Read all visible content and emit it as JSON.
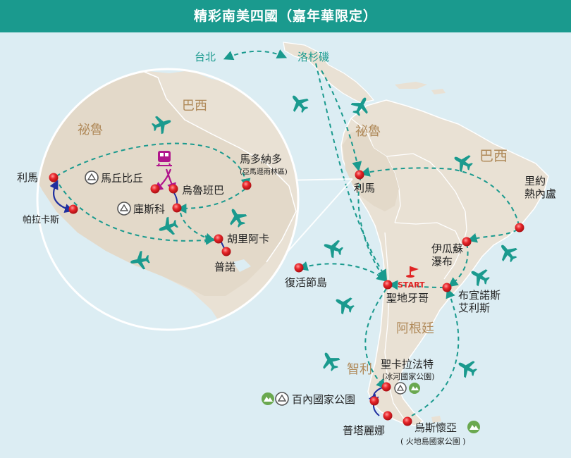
{
  "title": "精彩南美四國（嘉年華限定）",
  "colors": {
    "sea": "#dcedf3",
    "land": "#e9e1d4",
    "land_peru": "#e3d9c9",
    "route": "#1a9a8e",
    "country_label": "#b08a5a",
    "accent_red": "#e02424",
    "header": "#1a9a8e",
    "plane": "#1a9a8e",
    "blue_arrow": "#2030a0",
    "train": "#b0148c"
  },
  "main_map": {
    "countries": {
      "peru": "祕魯",
      "brazil": "巴西",
      "argentina": "阿根廷",
      "chile": "智利"
    },
    "places": {
      "taipei": "台北",
      "la": "洛杉磯",
      "lima": "利馬",
      "rio": "里約\n熱內盧",
      "iguazu": "伊瓜蘇\n瀑布",
      "buenos_aires": "布宜諾斯\n艾利斯",
      "santiago": "聖地牙哥",
      "easter_island": "復活節島",
      "el_calafate": "聖卡拉法特",
      "el_calafate_note": "(冰河國家公園)",
      "torres_del_paine": "百內國家公園",
      "punta_arenas": "普塔麗娜",
      "ushuaia": "烏斯懷亞",
      "ushuaia_note": "( 火地島國家公園 )"
    },
    "start_label": "START"
  },
  "inset_map": {
    "countries": {
      "peru": "祕魯",
      "brazil": "巴西"
    },
    "places": {
      "lima": "利馬",
      "paracas": "帕拉卡斯",
      "machu_picchu": "馬丘比丘",
      "urubamba": "烏魯班巴",
      "cusco": "庫斯科",
      "puerto_maldonado": "馬多納多",
      "puerto_maldonado_note": "(亞馬遜雨林區)",
      "juliaca": "胡里阿卡",
      "puno": "普諾"
    }
  },
  "icons": [
    "airplane-icon",
    "train-icon",
    "unesco-heritage-icon",
    "national-park-icon",
    "start-flag-icon",
    "location-pin-icon"
  ]
}
